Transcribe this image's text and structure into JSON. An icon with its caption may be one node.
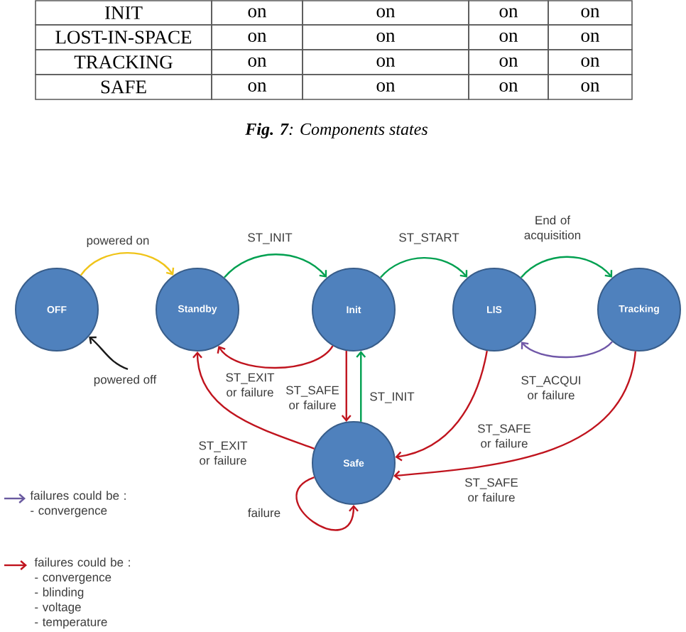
{
  "diagram": {
    "caption": "**Fig. 7**: Components states",
    "nodes": [
      {
        "text": [
          "OFF"
        ]
      },
      {
        "text": [
          "Standby"
        ]
      },
      {
        "text": [
          "Init"
        ]
      },
      {
        "text": [
          "LIS"
        ]
      },
      {
        "text": [
          "Tracking"
        ]
      },
      {
        "text": [
          "Safe"
        ]
      }
    ],
    "edges": [
      {
        "from": 0,
        "to": 1,
        "arrow": "to",
        "label": "powered on",
        "color": "#f0c419"
      },
      {
        "from": null,
        "to": 0,
        "arrow": "to",
        "label": "powered off",
        "color": "#1a1a1a"
      },
      {
        "from": 1,
        "to": 2,
        "arrow": "to",
        "label": "ST_INIT",
        "color": "#00a050"
      },
      {
        "from": 2,
        "to": 1,
        "arrow": "to",
        "label": "ST_EXIT or failure"
      },
      {
        "from": 2,
        "to": 5,
        "arrow": "to",
        "label": "ST_SAFE or failure"
      },
      {
        "from": 5,
        "to": 2,
        "arrow": "to",
        "label": "ST_INIT",
        "color": "#00a050"
      },
      {
        "from": 2,
        "to": 3,
        "arrow": "to",
        "label": "ST_START",
        "color": "#00a050"
      },
      {
        "from": 3,
        "to": 4,
        "arrow": "to",
        "label": "End of acquisition",
        "color": "#00a050"
      },
      {
        "from": 4,
        "to": 3,
        "arrow": "to",
        "label": "ST_ACQUI or failure",
        "color": "#7057a8"
      },
      {
        "from": 3,
        "to": 5,
        "arrow": "to",
        "label": "ST_SAFE or failure"
      },
      {
        "from": 4,
        "to": 5,
        "arrow": "to",
        "label": "ST_SAFE or failure"
      },
      {
        "from": 5,
        "to": 1,
        "arrow": "to",
        "label": "ST_EXIT or failure"
      },
      {
        "from": 5,
        "to": 5,
        "arrow": "to",
        "label": "failure"
      }
    ],
    "labels": [
      "INIT",
      "on",
      "on",
      "on",
      "on",
      "LOST-IN-SPACE",
      "on",
      "on",
      "on",
      "on",
      "TRACKING",
      "on",
      "on",
      "on",
      "on",
      "SAFE",
      "on",
      "on",
      "on",
      "on"
    ],
    "legend": [
      {
        "text": "failures could be : - convergence"
      },
      {
        "text": "failures could be : - convergence - blinding - voltage - temperature"
      }
    ]
  }
}
